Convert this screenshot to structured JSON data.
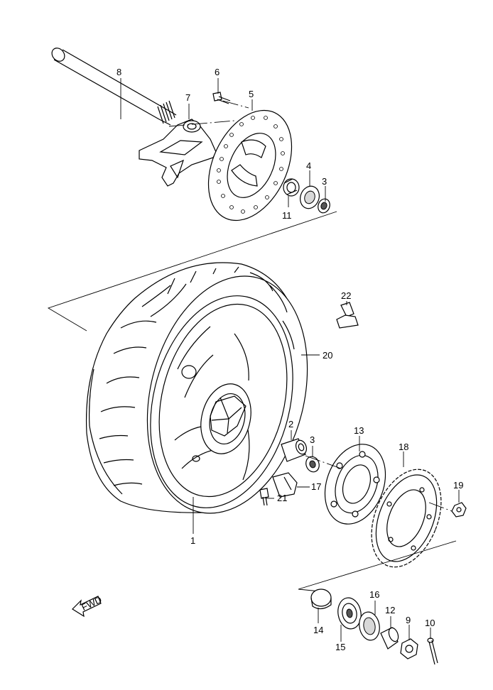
{
  "callouts": {
    "c1": "1",
    "c2": "2",
    "c3a": "3",
    "c3b": "3",
    "c4": "4",
    "c5": "5",
    "c6": "6",
    "c7": "7",
    "c8": "8",
    "c9": "9",
    "c10": "10",
    "c11": "11",
    "c12": "12",
    "c13": "13",
    "c14": "14",
    "c15": "15",
    "c16": "16",
    "c17": "17",
    "c18": "18",
    "c19": "19",
    "c20": "20",
    "c21": "21",
    "c22": "22"
  },
  "fwd_arrow": {
    "label": "FWD",
    "icon": "forward-arrow-icon"
  }
}
